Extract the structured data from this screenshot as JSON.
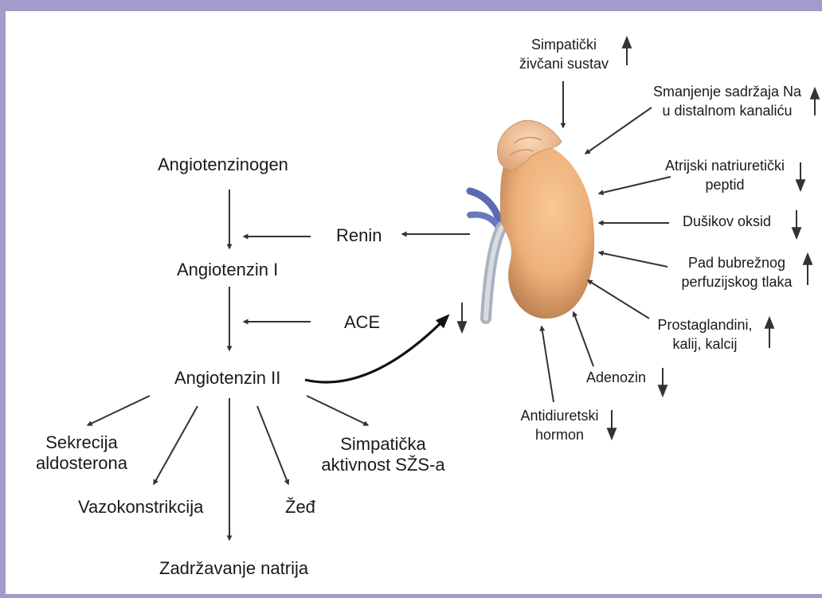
{
  "colors": {
    "frame": "#a59bcb",
    "arrow": "#333333",
    "text": "#1a1a1a",
    "kidney": "#f2ba84",
    "kidney_shade": "#c88a5a",
    "adrenal": "#f2c7a0",
    "vessel": "#5c6ab0",
    "ureter": "#b8bfc8"
  },
  "cascade": {
    "angiotensinogen": "Angiotenzinogen",
    "angiotensin1": "Angiotenzin I",
    "angiotensin2": "Angiotenzin II",
    "renin": "Renin",
    "ace": "ACE"
  },
  "effects": {
    "aldosterone_line1": "Sekrecija",
    "aldosterone_line2": "aldosterona",
    "vasoconstriction": "Vazokonstrikcija",
    "sodium_retention": "Zadržavanje natrija",
    "thirst": "Žeđ",
    "sympathetic_line1": "Simpatička",
    "sympathetic_line2": "aktivnost SŽS-a"
  },
  "regulators": {
    "sns_line1": "Simpatički",
    "sns_line2": "živčani sustav",
    "sodium_line1": "Smanjenje sadržaja Na",
    "sodium_line2": "u distalnom kanaliću",
    "anp_line1": "Atrijski natriuretički",
    "anp_line2": "peptid",
    "no": "Dušikov oksid",
    "perfusion_line1": "Pad bubrežnog",
    "perfusion_line2": "perfuzijskog tlaka",
    "prosta_line1": "Prostaglandini,",
    "prosta_line2": "kalij, kalcij",
    "adenosine": "Adenozin",
    "adh_line1": "Antidiuretski",
    "adh_line2": "hormon"
  },
  "regulator_effects": {
    "sns": "increase",
    "sodium": "increase",
    "anp": "decrease",
    "no": "decrease",
    "perfusion": "increase",
    "prosta": "increase",
    "adenosine": "decrease",
    "adh": "decrease",
    "angiotensin2_feedback": "decrease"
  }
}
